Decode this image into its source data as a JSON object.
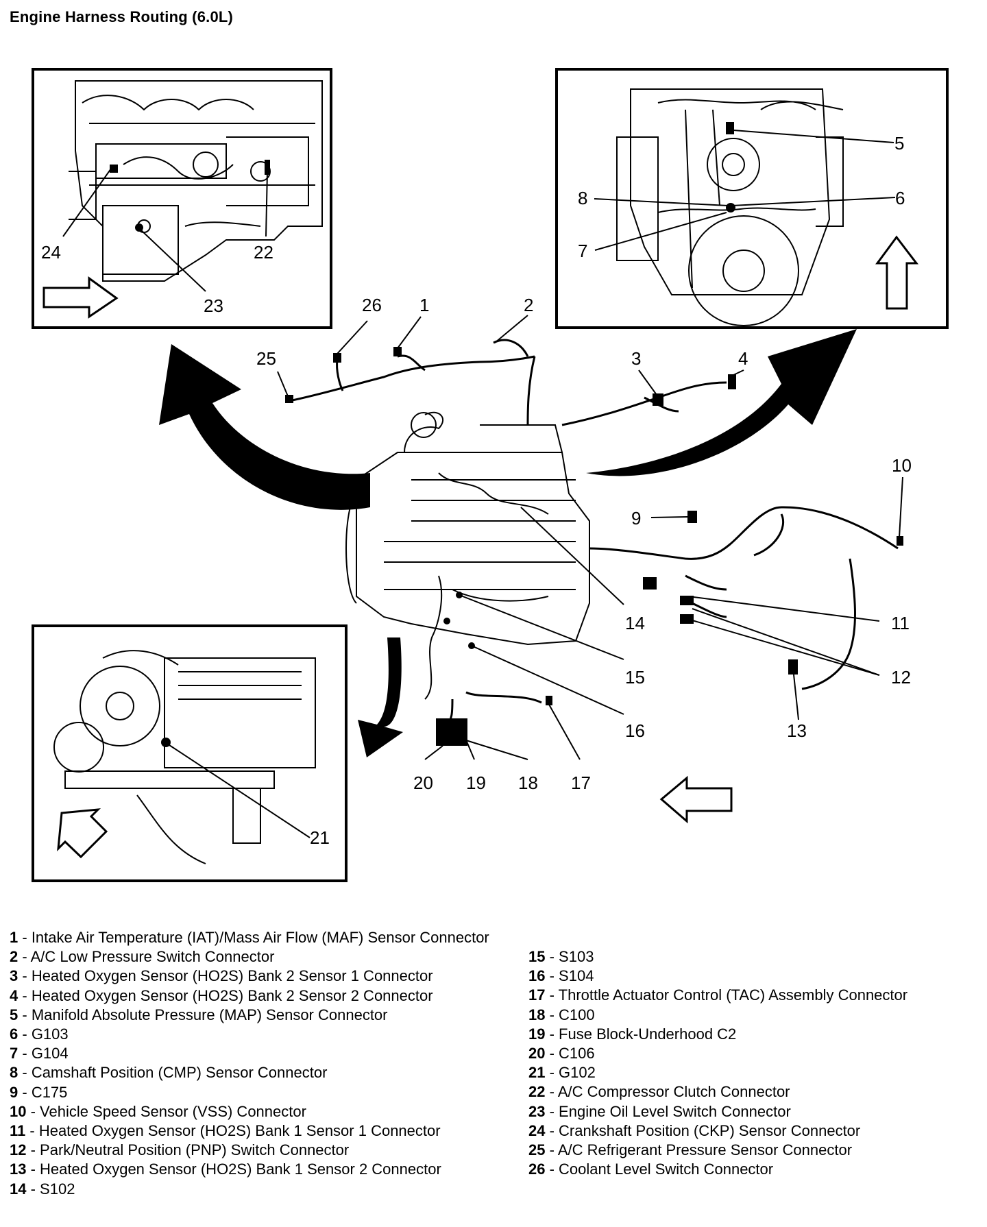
{
  "title": "Engine Harness Routing (6.0L)",
  "callout_numbers": [
    "1",
    "2",
    "3",
    "4",
    "5",
    "6",
    "7",
    "8",
    "9",
    "10",
    "11",
    "12",
    "13",
    "14",
    "15",
    "16",
    "17",
    "18",
    "19",
    "20",
    "21",
    "22",
    "23",
    "24",
    "25",
    "26"
  ],
  "legend": [
    {
      "num": "1",
      "text": "Intake Air Temperature (IAT)/Mass Air Flow (MAF) Sensor Connector"
    },
    {
      "num": "2",
      "text": "A/C Low Pressure Switch Connector"
    },
    {
      "num": "3",
      "text": "Heated Oxygen Sensor (HO2S) Bank 2 Sensor 1 Connector"
    },
    {
      "num": "4",
      "text": "Heated Oxygen Sensor (HO2S) Bank 2 Sensor 2 Connector"
    },
    {
      "num": "5",
      "text": "Manifold Absolute Pressure (MAP) Sensor Connector"
    },
    {
      "num": "6",
      "text": "G103"
    },
    {
      "num": "7",
      "text": "G104"
    },
    {
      "num": "8",
      "text": "Camshaft Position (CMP) Sensor Connector"
    },
    {
      "num": "9",
      "text": "C175"
    },
    {
      "num": "10",
      "text": "Vehicle Speed Sensor (VSS) Connector"
    },
    {
      "num": "11",
      "text": "Heated Oxygen Sensor (HO2S) Bank 1 Sensor 1 Connector"
    },
    {
      "num": "12",
      "text": "Park/Neutral Position (PNP) Switch Connector"
    },
    {
      "num": "13",
      "text": "Heated Oxygen Sensor (HO2S) Bank 1 Sensor 2 Connector"
    },
    {
      "num": "14",
      "text": "S102"
    },
    {
      "num": "15",
      "text": "S103"
    },
    {
      "num": "16",
      "text": "S104"
    },
    {
      "num": "17",
      "text": "Throttle Actuator Control (TAC) Assembly Connector"
    },
    {
      "num": "18",
      "text": "C100"
    },
    {
      "num": "19",
      "text": "Fuse Block-Underhood C2"
    },
    {
      "num": "20",
      "text": "C106"
    },
    {
      "num": "21",
      "text": "G102"
    },
    {
      "num": "22",
      "text": "A/C Compressor Clutch Connector"
    },
    {
      "num": "23",
      "text": "Engine Oil Level Switch Connector"
    },
    {
      "num": "24",
      "text": "Crankshaft Position (CKP) Sensor Connector"
    },
    {
      "num": "25",
      "text": "A/C Refrigerant Pressure Sensor Connector"
    },
    {
      "num": "26",
      "text": "Coolant Level Switch Connector"
    }
  ]
}
